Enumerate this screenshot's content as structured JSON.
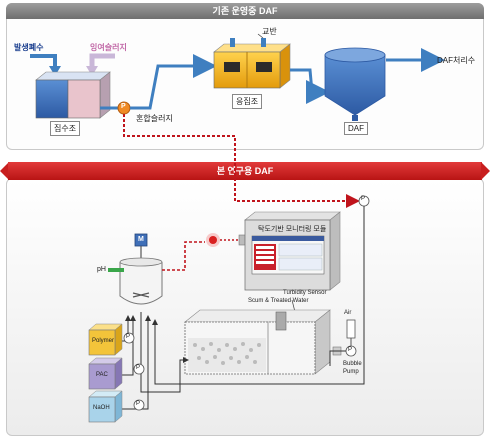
{
  "top_section": {
    "banner": "기존 운영중 DAF",
    "wastewater": "발생폐수",
    "excess_sludge": "잉여슬러지",
    "collection_tank": "집수조",
    "pump": "P",
    "mixed_sludge": "혼합슬러지",
    "agitation": "교반",
    "coagulation_tank": "응집조",
    "daf": "DAF",
    "daf_effluent": "DAF처리수"
  },
  "bottom_section": {
    "banner": "본 연구용 DAF",
    "monitoring_module": "탁도기반 모니터링 모듈",
    "turbidity_sensor": "Turbidity Sensor",
    "scum_treated_water": "Scum & Treated Water",
    "air": "Air",
    "bubble_pump": "Bubble\nPump",
    "ph": "pH",
    "motor": "M",
    "pump": "P",
    "chemicals": [
      "Polymer",
      "PAC",
      "NaOH"
    ]
  },
  "colors": {
    "pipe_blue": "#3f7fc0",
    "signal_red": "#c0141c",
    "tank_blue": "#3f6fb8",
    "tank_pink": "#e9c4cc",
    "coag_yellow": "#f4b41a",
    "polymer_yellow": "#f3c43a",
    "pac_purple": "#a99bd0",
    "naoh_blue": "#a9d3ea"
  }
}
